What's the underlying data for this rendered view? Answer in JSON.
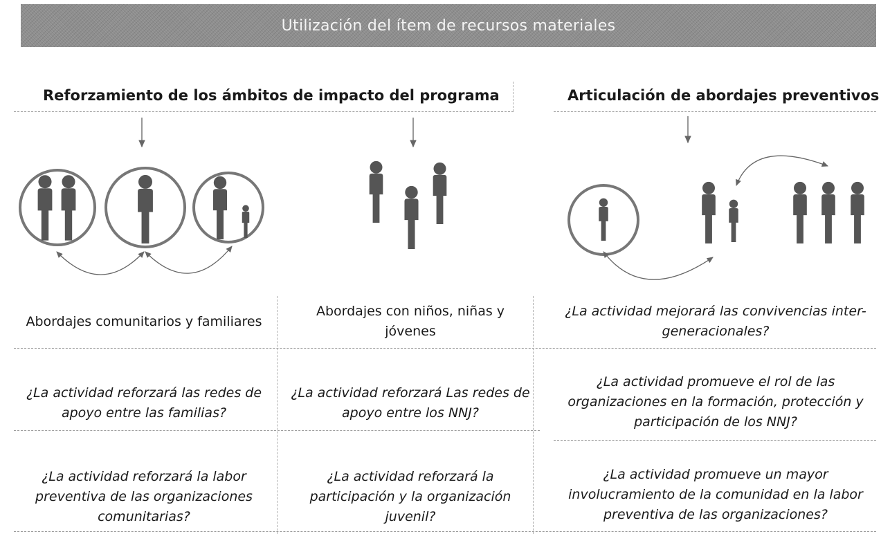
{
  "title": "Utilización del ítem de recursos materiales",
  "left_heading": "Reforzamiento de los ámbitos de impacto del programa",
  "right_heading": "Articulación de abordajes preventivos",
  "columns": [
    {
      "label": "Abordajes comunitarios y familiares",
      "question_1": "¿La actividad reforzará las redes de apoyo entre las familias?",
      "question_2": "¿La actividad reforzará la labor preventiva de las organizaciones comunitarias?"
    },
    {
      "label": "Abordajes con niños, niñas y jóvenes",
      "question_1": "¿La actividad reforzará Las redes de apoyo entre los NNJ?",
      "question_2": "¿La actividad reforzará la participación y la organización juvenil?"
    },
    {
      "question_1": "¿La actividad mejorará las convivencias inter-generacionales?",
      "question_2": "¿La actividad promueve el rol de las organizaciones en la formación, protección y participación de los NNJ?",
      "question_3": "¿La actividad promueve un mayor involucramiento de la comunidad en la labor preventiva de las organizaciones?"
    }
  ],
  "icons": [
    "person-icon",
    "circle-icon",
    "double-arrow-icon",
    "down-arrow-icon"
  ],
  "colors": {
    "banner": "#8e8e8e",
    "banner_text": "#f4f4f4",
    "person": "#555555",
    "ring": "#777777"
  }
}
